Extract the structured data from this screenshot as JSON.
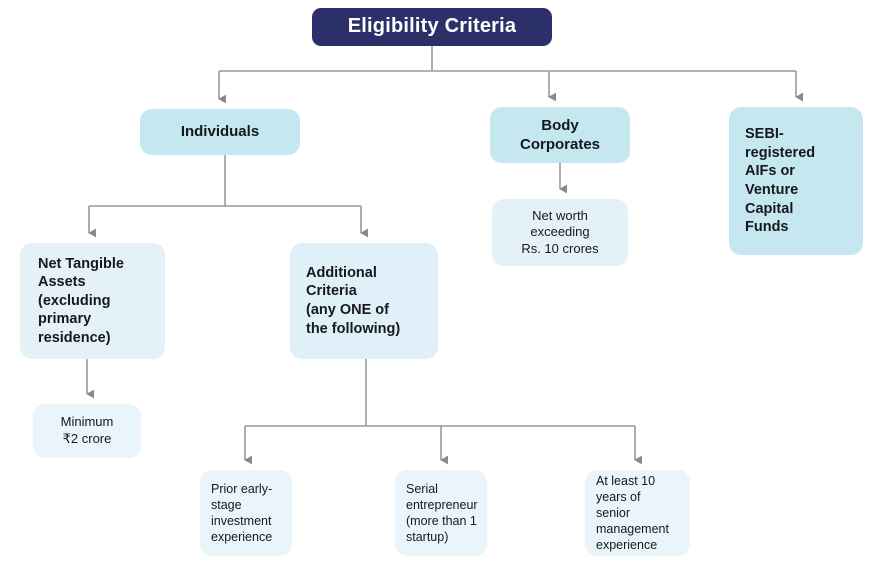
{
  "diagram": {
    "title": "Eligibility Criteria",
    "line_color": "#9a9a9a",
    "arrow_color": "#8a8a8a",
    "root": {
      "label": "Eligibility Criteria",
      "bg": "#2b3168",
      "text_color": "#ffffff"
    },
    "level1": [
      {
        "id": "individuals",
        "label": "Individuals",
        "bg": "#c4e7f0"
      },
      {
        "id": "body_corporates",
        "label": "Body\nCorporates",
        "bg": "#c4e7f0"
      },
      {
        "id": "sebi",
        "label": "SEBI-\nregistered\nAIFs or\nVenture\nCapital\nFunds",
        "bg": "#c4e7f0"
      }
    ],
    "level2": [
      {
        "id": "net_tangible_assets",
        "label": "Net Tangible\nAssets\n(excluding\nprimary\nresidence)",
        "bg": "#e4f2f8"
      },
      {
        "id": "additional_criteria",
        "label": "Additional\nCriteria\n(any ONE of\nthe following)",
        "bg": "#e0f0f8"
      },
      {
        "id": "net_worth",
        "label": "Net worth\nexceeding\nRs. 10 crores",
        "bg": "#e4f2f8"
      }
    ],
    "level3": [
      {
        "id": "minimum_amount",
        "label": "Minimum\n₹2 crore",
        "bg": "#e9f5fb"
      },
      {
        "id": "early_stage_investment",
        "label": "Prior early-\nstage\ninvestment\nexperience",
        "bg": "#e9f5fb"
      },
      {
        "id": "serial_entrepreneur",
        "label": "Serial\nentrepreneur\n(more than 1\nstartup)",
        "bg": "#e9f5fb"
      },
      {
        "id": "senior_management",
        "label": "At least 10\nyears of\nsenior\nmanagement\nexperience",
        "bg": "#e9f5fb"
      }
    ]
  }
}
